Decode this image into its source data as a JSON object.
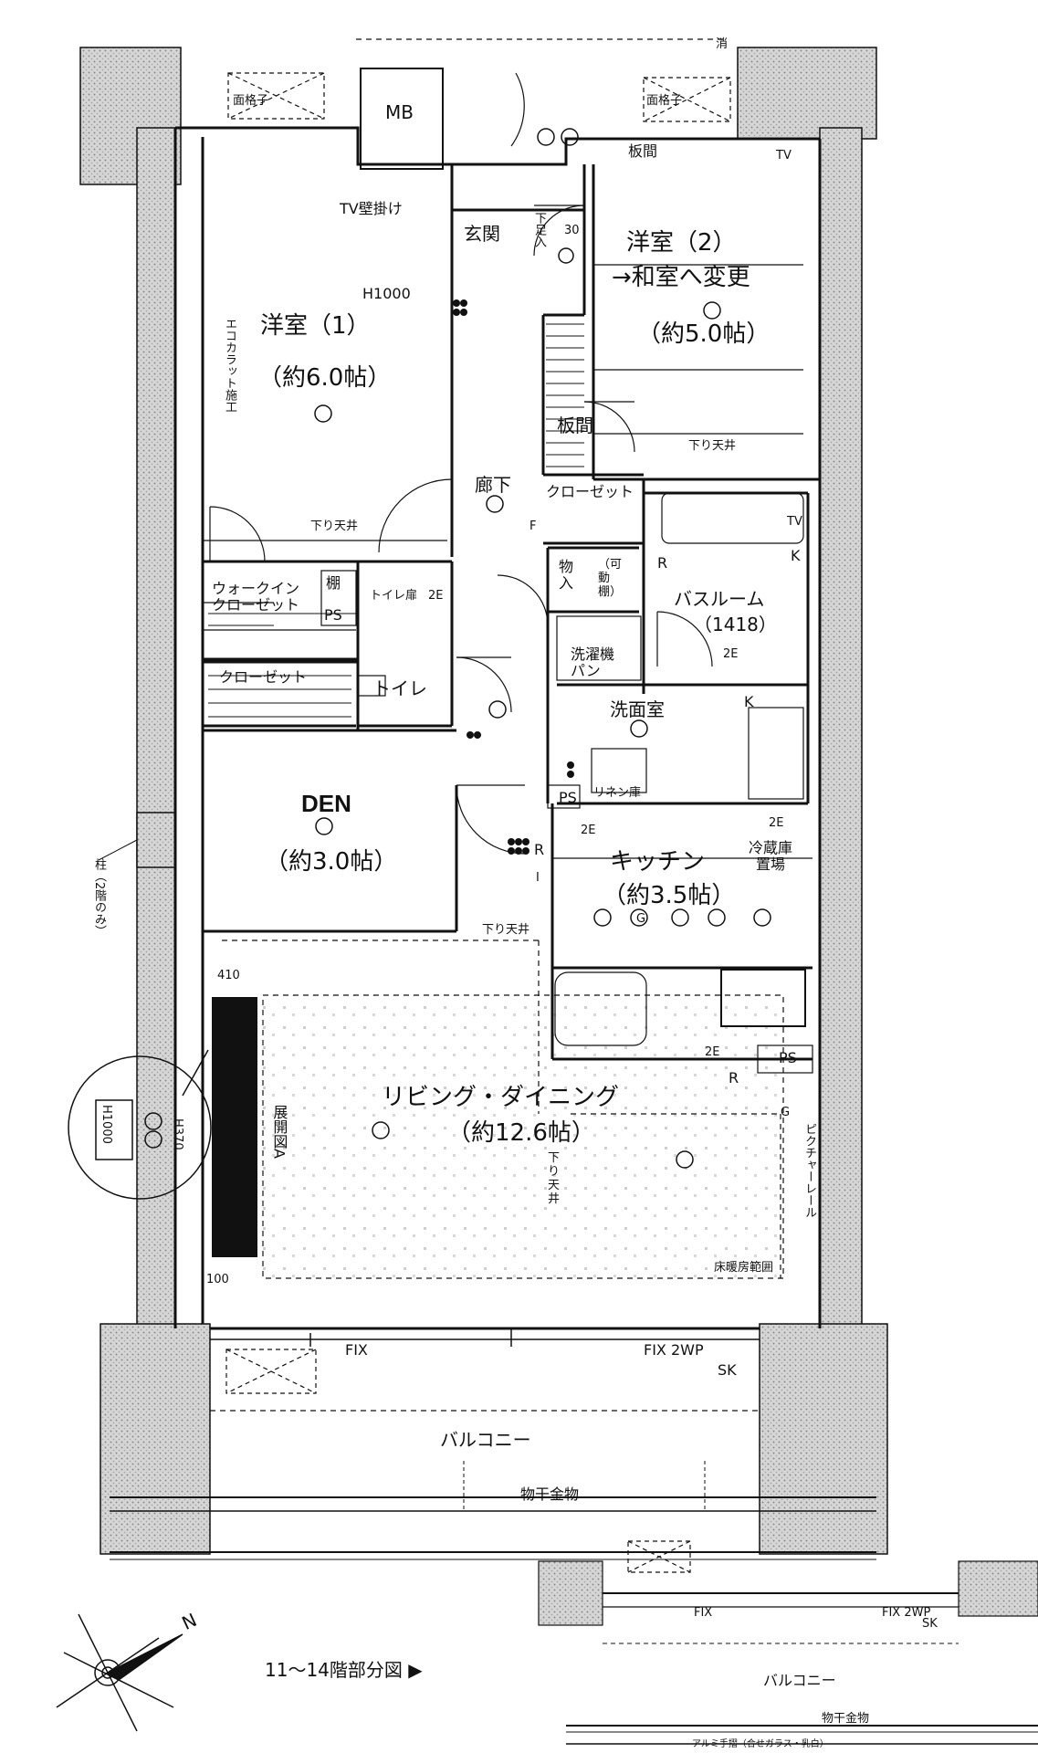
{
  "colors": {
    "line": "#111111",
    "wall_fill": "#bdbdbd",
    "hatch": "#9a9a9a",
    "pillar": "#111111"
  },
  "labels": {
    "hinge_top": "面格子",
    "hinge_top2": "面格子",
    "fire_mark": "消",
    "mb": "MB",
    "itama_top": "板間",
    "tv_wall": "TV壁掛け",
    "genkan": "玄関",
    "geta": "下足入",
    "h1000": "H1000",
    "room1_name": "洋室（1）",
    "room1_size": "（約6.0帖）",
    "room1_work": "エコカラット施工",
    "room2_name": "洋室（2）",
    "room2_change": "→和室へ変更",
    "room2_size": "（約5.0帖）",
    "itama_mid": "板間",
    "sagari_1": "下り天井",
    "sagari_2": "下り天井",
    "sagari_3": "下り天井",
    "sagari_4": "下り\n天井",
    "rouka": "廊下",
    "closet_1": "クローゼット",
    "closet_2": "クローゼット",
    "walkin": "ウォークイン\nクローゼット",
    "tana": "棚",
    "ps_1": "PS",
    "ps_2": "PS",
    "ps_3": "PS",
    "toilet": "トイレ",
    "toilet_extra": "トイレ扉",
    "mono": "物\n入",
    "kadou": "（可\n動\n棚）",
    "bath_name": "バスルーム",
    "bath_size": "（1418）",
    "sentaku": "洗濯機\nパン",
    "senmen": "洗面室",
    "linen": "リネン庫",
    "den_name": "DEN",
    "den_size": "（約3.0帖）",
    "kitchen_name": "キッチン",
    "kitchen_size": "（約3.5帖）",
    "reizou": "冷蔵庫\n置場",
    "pillar_note": "柱（2階のみ）",
    "living_name": "リビング・ダイニング",
    "living_size": "（約12.6帖）",
    "tenkai": "展開図A",
    "picture_rail": "ピクチャーレール",
    "yukadanbou": "床暖房範囲",
    "dim_410": "410",
    "dim_100": "100",
    "detail_h1000": "H1000",
    "detail_h370": "H370",
    "fix_1": "FIX",
    "fix_2": "FIX 2WP",
    "sk_1": "SK",
    "sk_2": "SK",
    "balcony": "バルコニー",
    "monohoshi": "物干金物",
    "north": "N",
    "floors_note": "11～14階部分図 ▶",
    "inset_fix1": "FIX",
    "inset_fix2": "FIX 2WP",
    "inset_balcony": "バルコニー",
    "inset_monohoshi": "物干金物",
    "inset_tesuri": "アルミ手摺（合せガラス・乳白）",
    "code_2e_1": "2E",
    "code_2e_2": "2E",
    "code_2e_3": "2E",
    "code_2e_4": "2E",
    "code_2e_5": "2E",
    "code_r_1": "R",
    "code_r_2": "R",
    "code_r_3": "R",
    "code_k_1": "K",
    "code_k_2": "K",
    "code_tv_1": "TV",
    "code_tv_2": "TV",
    "code_g_1": "G",
    "code_g_2": "G",
    "code_f": "F",
    "code_i": "I",
    "code_30": "30"
  }
}
